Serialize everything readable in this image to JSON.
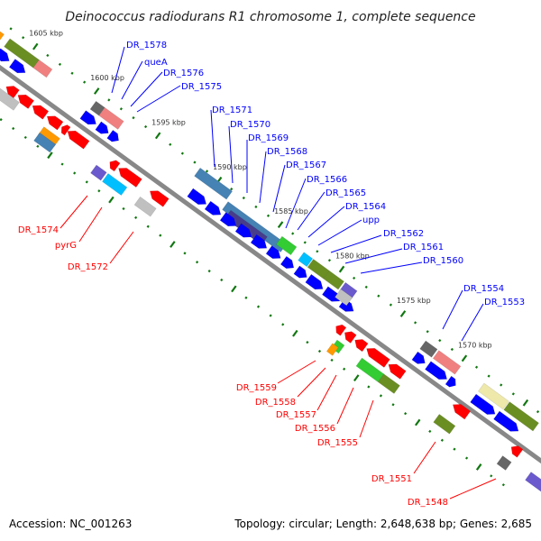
{
  "title": "Deinococcus radiodurans R1 chromosome 1, complete sequence",
  "footer": {
    "accession": "Accession: NC_001263",
    "summary": "Topology: circular; Length: 2,648,638 bp; Genes: 2,685"
  },
  "colors": {
    "forward_label": "#0000ff",
    "reverse_label": "#ff0000",
    "forward_gene": "#0000ff",
    "reverse_gene": "#ff0000",
    "backbone": "#888888",
    "tick": "#117711"
  },
  "ticks": [
    {
      "kbp": 1605,
      "label": "1605 kbp"
    },
    {
      "kbp": 1600,
      "label": "1600 kbp"
    },
    {
      "kbp": 1595,
      "label": "1595 kbp"
    },
    {
      "kbp": 1590,
      "label": "1590 kbp"
    },
    {
      "kbp": 1585,
      "label": "1585 kbp"
    },
    {
      "kbp": 1580,
      "label": "1580 kbp"
    },
    {
      "kbp": 1575,
      "label": "1575 kbp"
    },
    {
      "kbp": 1570,
      "label": "1570 kbp"
    }
  ],
  "forward_labels": [
    "DR_1578",
    "queA",
    "DR_1576",
    "DR_1575",
    "DR_1571",
    "DR_1570",
    "DR_1569",
    "DR_1568",
    "DR_1567",
    "DR_1566",
    "DR_1565",
    "DR_1564",
    "upp",
    "DR_1562",
    "DR_1561",
    "DR_1560",
    "DR_1554",
    "DR_1553"
  ],
  "reverse_labels": [
    "DR_1574",
    "pyrG",
    "DR_1572",
    "DR_1559",
    "DR_1558",
    "DR_1557",
    "DR_1556",
    "DR_1555",
    "DR_1551",
    "DR_1548"
  ]
}
